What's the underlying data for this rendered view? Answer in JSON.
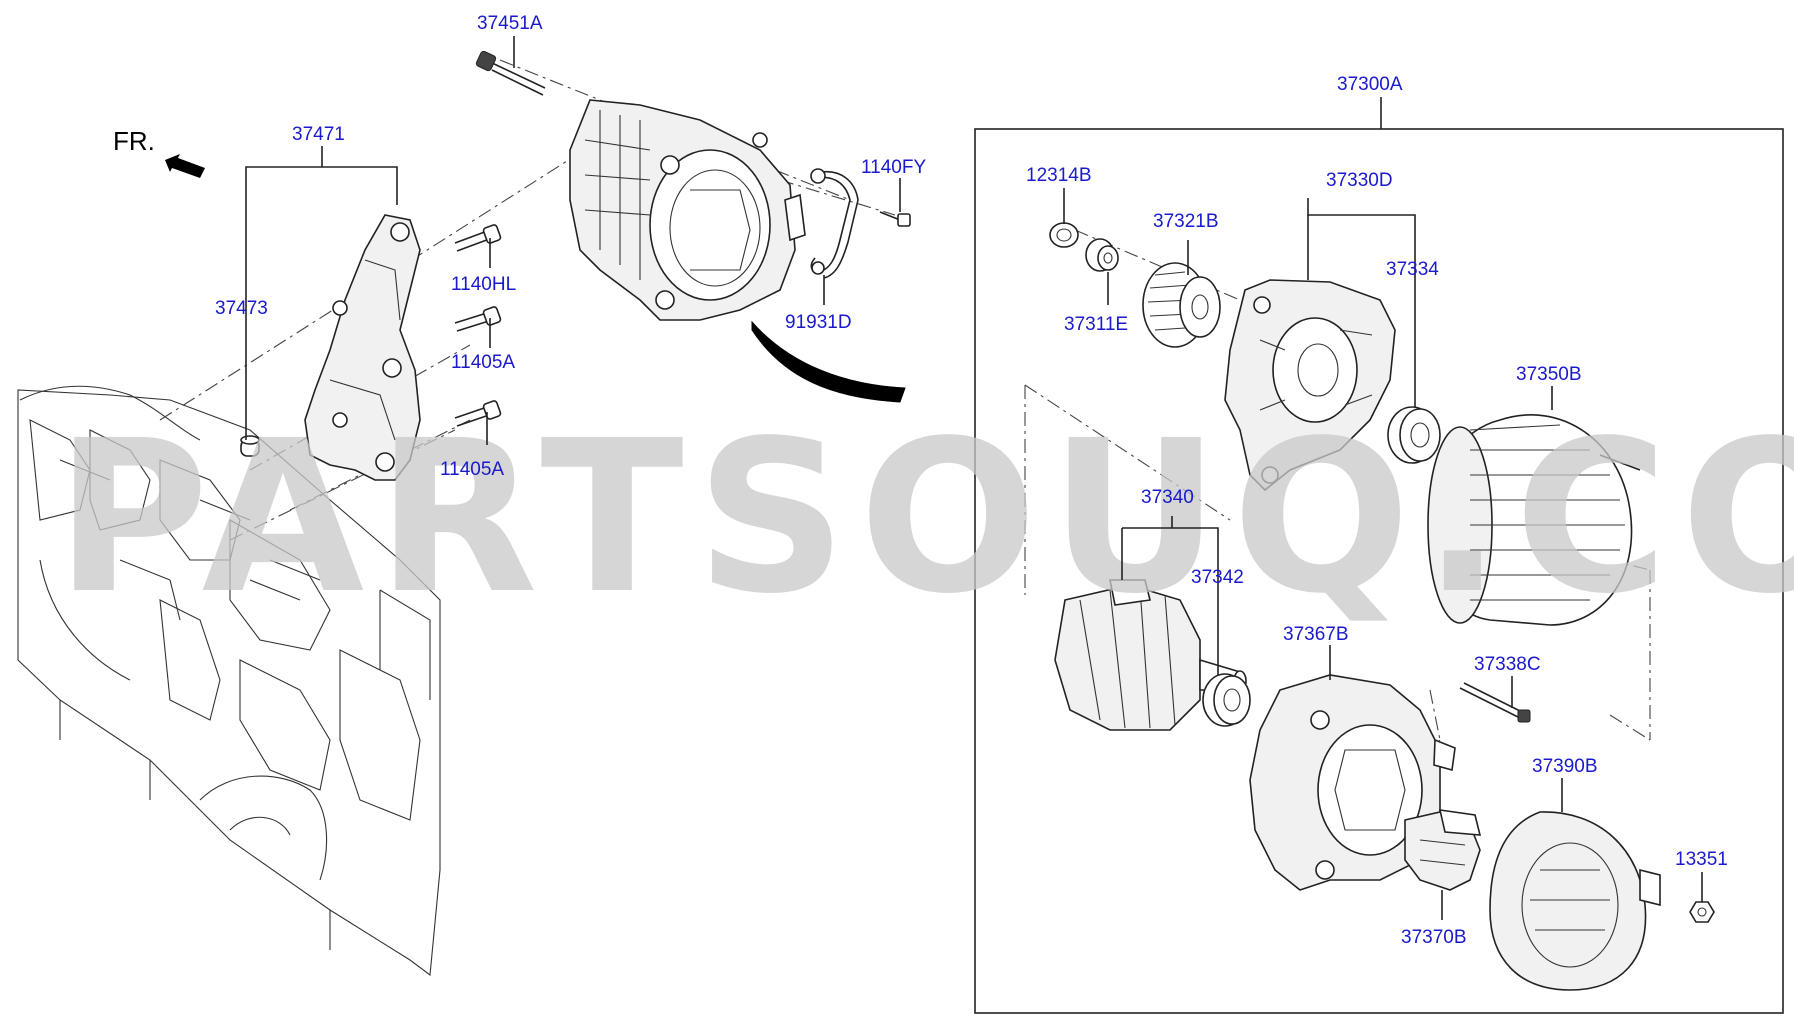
{
  "diagram": {
    "direction_label": "FR.",
    "watermark": "PARTSOUQ.COM",
    "labels": {
      "p37451A": "37451A",
      "p37471": "37471",
      "p37473": "37473",
      "p1140HL": "1140HL",
      "p11405A_1": "11405A",
      "p11405A_2": "11405A",
      "p1140FY": "1140FY",
      "p91931D": "91931D",
      "p37300A": "37300A",
      "p12314B": "12314B",
      "p37330D": "37330D",
      "p37321B": "37321B",
      "p37334": "37334",
      "p37311E": "37311E",
      "p37350B": "37350B",
      "p37340": "37340",
      "p37342": "37342",
      "p37367B": "37367B",
      "p37338C": "37338C",
      "p37390B": "37390B",
      "p13351": "13351",
      "p37370B": "37370B"
    }
  }
}
